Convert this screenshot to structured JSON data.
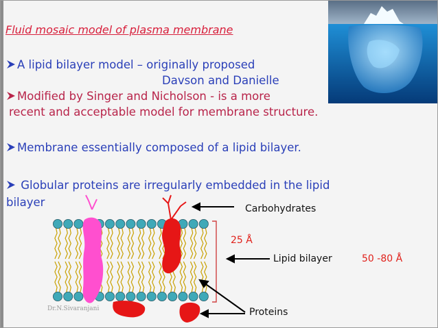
{
  "slide": {
    "title": "Fluid mosaic model of plasma membrane",
    "bullet1": {
      "line1": "A lipid bilayer model – originally proposed",
      "line2": "Davson and Danielle"
    },
    "bullet2": {
      "line1": "Modified by Singer and Nicholson - is a more",
      "line2": "recent and acceptable model for membrane structure."
    },
    "bullet3": "Membrane essentially composed of a lipid bilayer.",
    "bullet4": {
      "line1": " Globular proteins are irregularly embedded in the lipid",
      "line2": "bilayer"
    },
    "credit": "Dr.N.Sivaranjani"
  },
  "diagram": {
    "labels": {
      "carbohydrates": "Carbohydrates",
      "thickness": "25 Å",
      "lipid_bilayer": "Lipid bilayer",
      "range": "50 -80 Å",
      "proteins": "Proteins"
    }
  },
  "colors": {
    "title": "#d8203c",
    "body_text": "#2a3fb8",
    "body_text_alt": "#b8244a",
    "lipid_head": "#3fa9b8",
    "protein_pink": "#ff4fcf",
    "protein_red": "#e61616",
    "bracket": "#d04040"
  },
  "icons": {
    "bullet": "right-arrow-bullet-icon",
    "iceberg": "iceberg-photo"
  }
}
